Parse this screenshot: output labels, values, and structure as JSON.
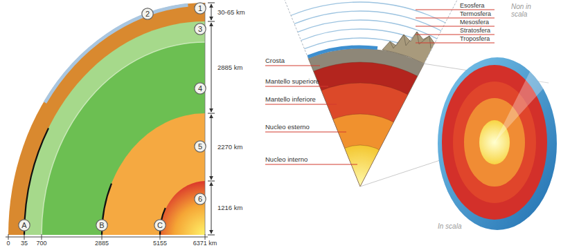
{
  "diagram": {
    "nodes": [
      {
        "text": [
          "1"
        ]
      },
      {
        "text": [
          "2"
        ]
      },
      {
        "text": [
          "3"
        ]
      },
      {
        "text": [
          "4"
        ]
      },
      {
        "text": [
          "5"
        ]
      },
      {
        "text": [
          "6"
        ]
      },
      {
        "text": [
          "A"
        ]
      },
      {
        "text": [
          "B"
        ]
      },
      {
        "text": [
          "C"
        ]
      }
    ],
    "labels": [
      "30-65 km",
      "2885 km",
      "2270 km",
      "1216 km",
      "0",
      "35",
      "700",
      "2885",
      "5155",
      "6371 km",
      "Esosfera",
      "Termosfera",
      "Mesosfera",
      "Stratosfera",
      "Troposfera",
      "Non in scala",
      "Crosta",
      "Mantello superiore",
      "Mantello inferiore",
      "Nucleo esterno",
      "Nucleo interno",
      "In scala"
    ]
  }
}
